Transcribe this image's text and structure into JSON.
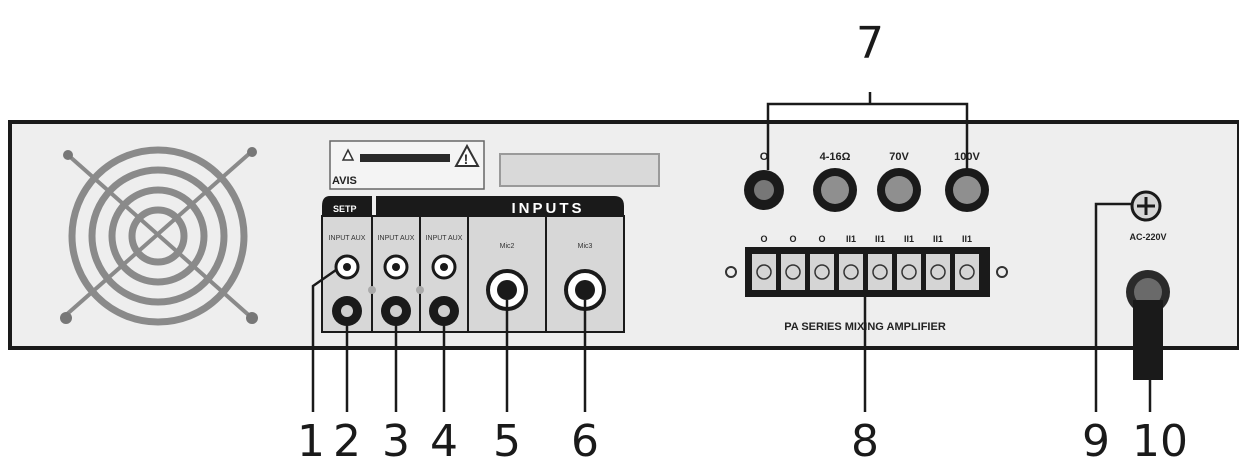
{
  "panel": {
    "warning_label_text": "AVIS",
    "setup_label": "SETP",
    "inputs_label": "INPUTS",
    "mic2_label": "Mic2",
    "mic3_label": "Mic3",
    "small_jack_label": "INPUT AUX",
    "speaker_terminals": [
      "O",
      "4-16Ω",
      "70V",
      "100V"
    ],
    "terminal_strip_labels": [
      "O",
      "O",
      "O",
      "II1",
      "II1",
      "II1",
      "II1",
      "II1"
    ],
    "model_text": "PA SERIES MIXING AMPLIFIER",
    "power_label": "AC-220V"
  },
  "callouts": [
    "1",
    "2",
    "3",
    "4",
    "5",
    "6",
    "7",
    "8",
    "9",
    "10"
  ],
  "colors": {
    "panel_fill": "#eeeeee",
    "dark": "#1a1a1a",
    "input_group": "#d7d7d7"
  }
}
